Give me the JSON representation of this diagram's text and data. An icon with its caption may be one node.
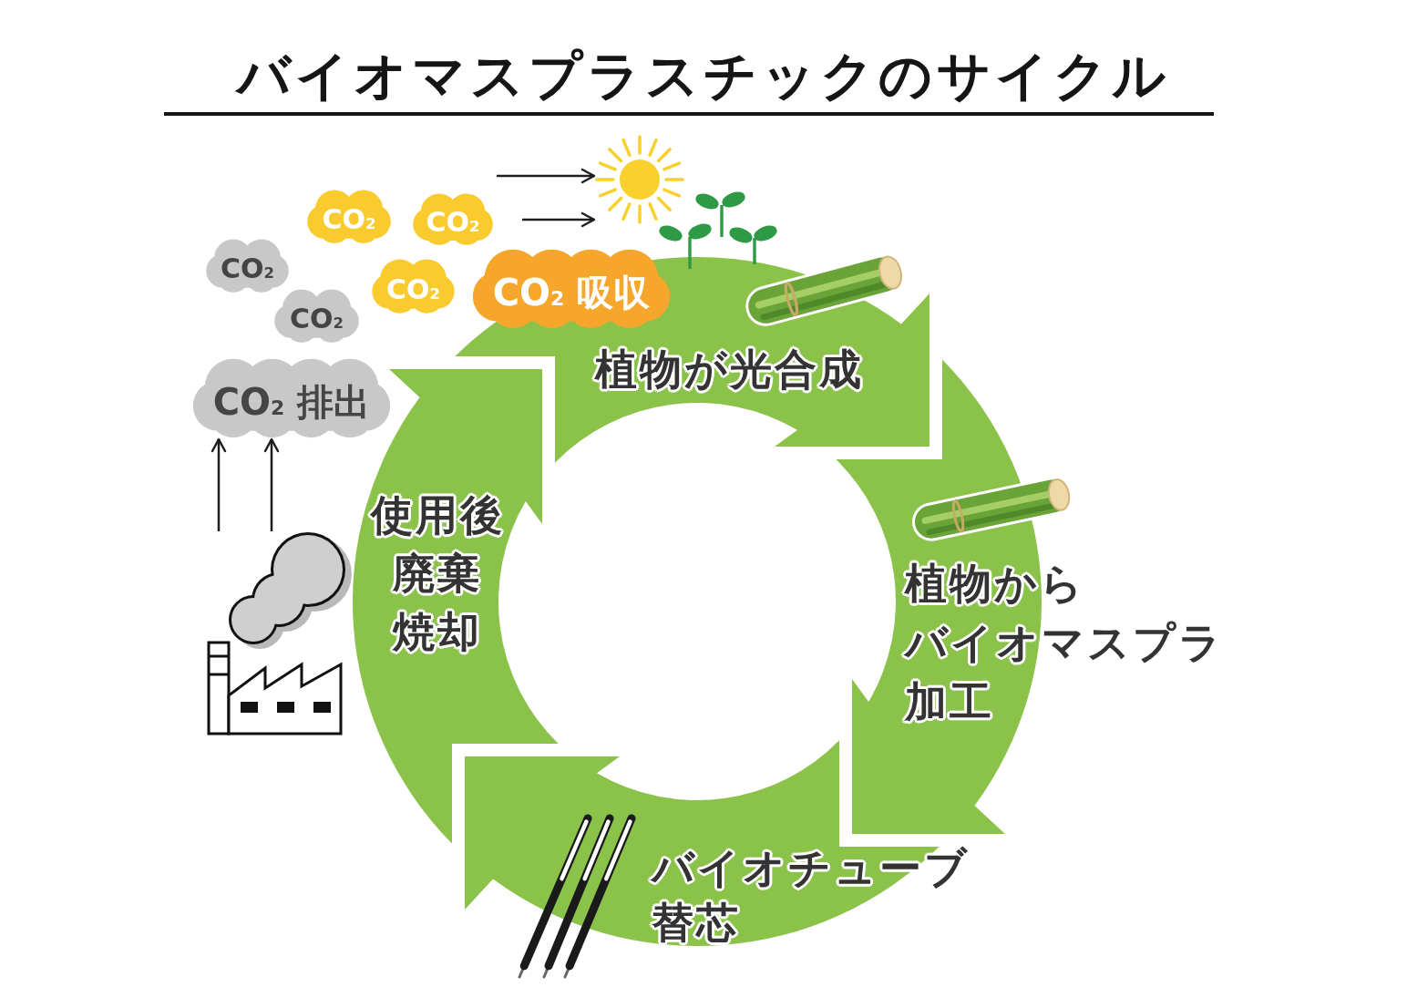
{
  "diagram": {
    "title": "バイオマスプラスチックのサイクル",
    "nodes": [
      {
        "text": [
          "植物が光合成"
        ]
      },
      {
        "text": [
          "植物から",
          "バイオマスプラ",
          "加工"
        ]
      },
      {
        "text": [
          "バイオチューブ",
          "替芯"
        ]
      },
      {
        "text": [
          "使用後",
          "廃棄",
          "焼却"
        ]
      },
      {
        "text": [
          "CO$_{2}$"
        ]
      },
      {
        "text": [
          "CO$_{2}$"
        ]
      },
      {
        "text": [
          "CO$_{2}$"
        ]
      },
      {
        "text": [
          "CO$_{2}$"
        ]
      },
      {
        "text": [
          "CO$_{2}$ 吸収"
        ]
      },
      {
        "text": [
          "CO$_{2}$"
        ]
      },
      {
        "text": [
          "CO$_{2}$ 排出"
        ]
      },
      {
        "text": [],
        "shape": "picture"
      },
      {
        "text": [],
        "shape": "picture"
      }
    ],
    "edges": [
      {
        "from": null,
        "to": 11,
        "arrow": "to"
      },
      {
        "from": null,
        "to": 11,
        "arrow": "to"
      },
      {
        "from": 12,
        "to": 10,
        "arrow": "to"
      },
      {
        "from": 12,
        "to": 10,
        "arrow": "to"
      }
    ]
  }
}
